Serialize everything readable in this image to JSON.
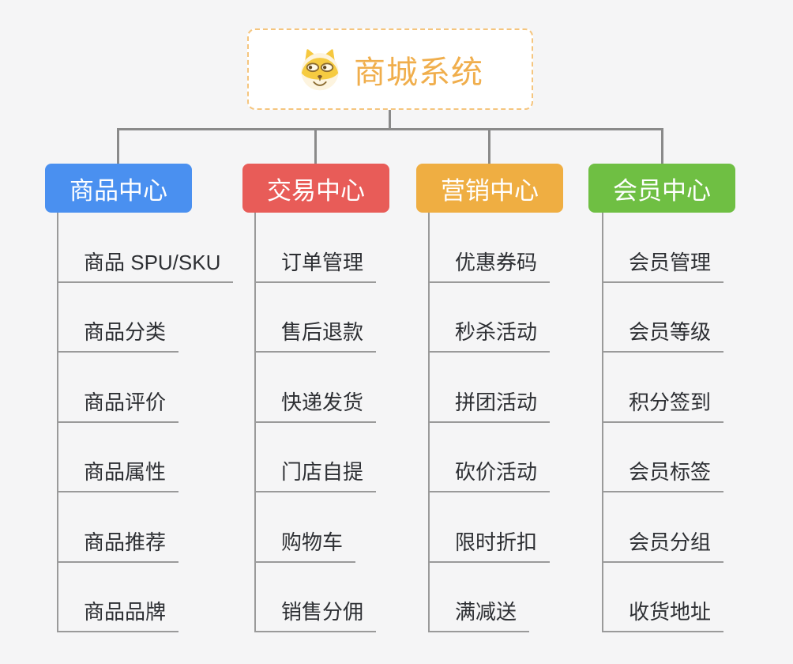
{
  "page": {
    "background": "#f5f5f6"
  },
  "root": {
    "title": "商城系统",
    "icon": "dog-face-icon",
    "title_color": "#F0AE4C",
    "border_color": "#F5C57E"
  },
  "connector_color": "#8a8a8a",
  "leaf_line_color": "#9a9a9a",
  "branches": [
    {
      "label": "商品中心",
      "color": "#4A90F0",
      "children": [
        "商品 SPU/SKU",
        "商品分类",
        "商品评价",
        "商品属性",
        "商品推荐",
        "商品品牌"
      ]
    },
    {
      "label": "交易中心",
      "color": "#E85C58",
      "children": [
        "订单管理",
        "售后退款",
        "快递发货",
        "门店自提",
        "购物车",
        "销售分佣"
      ]
    },
    {
      "label": "营销中心",
      "color": "#EFAE42",
      "children": [
        "优惠券码",
        "秒杀活动",
        "拼团活动",
        "砍价活动",
        "限时折扣",
        "满减送"
      ]
    },
    {
      "label": "会员中心",
      "color": "#6FBF43",
      "children": [
        "会员管理",
        "会员等级",
        "积分签到",
        "会员标签",
        "会员分组",
        "收货地址"
      ]
    }
  ]
}
